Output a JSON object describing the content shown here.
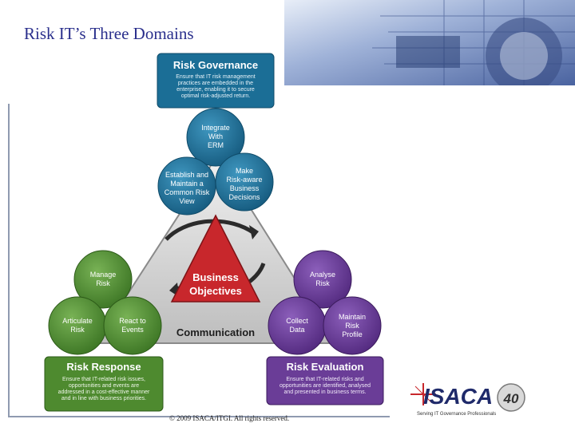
{
  "slide": {
    "title": "Risk IT’s Three Domains",
    "copyright": "© 2009 ISACA/ITGI. All rights reserved."
  },
  "diagram": {
    "center": {
      "line1": "Business",
      "line2": "Objectives"
    },
    "communication": "Communication",
    "domains": {
      "governance": {
        "title": "Risk Governance",
        "lines": [
          "Ensure that IT risk management",
          "practices are embedded in the",
          "enterprise, enabling it to secure",
          "optimal risk-adjusted return."
        ]
      },
      "evaluation": {
        "title": "Risk Evaluation",
        "lines": [
          "Ensure that IT-related risks and",
          "opportunities are identified, analysed",
          "and presented in business terms."
        ]
      },
      "response": {
        "title": "Risk Response",
        "lines": [
          "Ensure that IT-related risk issues,",
          "opportunities and events are",
          "addressed in a cost-effective manner",
          "and in line with business priorities."
        ]
      }
    },
    "circles": {
      "integrate_erm": [
        "Integrate",
        "With",
        "ERM"
      ],
      "common_risk_view": [
        "Establish and",
        "Maintain a",
        "Common Risk",
        "View"
      ],
      "risk_aware_decisions": [
        "Make",
        "Risk-aware",
        "Business",
        "Decisions"
      ],
      "manage_risk": [
        "Manage",
        "Risk"
      ],
      "articulate_risk": [
        "Articulate",
        "Risk"
      ],
      "react_to_events": [
        "React to",
        "Events"
      ],
      "analyse_risk": [
        "Analyse",
        "Risk"
      ],
      "collect_data": [
        "Collect",
        "Data"
      ],
      "maintain_risk_profile": [
        "Maintain",
        "Risk",
        "Profile"
      ]
    }
  },
  "logo": {
    "name": "ISACA",
    "tagline": "Serving IT Governance Professionals",
    "badge": "40"
  },
  "colors": {
    "governance": "#1b6e96",
    "evaluation": "#6a3d97",
    "response": "#4e8a2f",
    "triangle": "#c8272c",
    "title": "#2a2f8c"
  }
}
